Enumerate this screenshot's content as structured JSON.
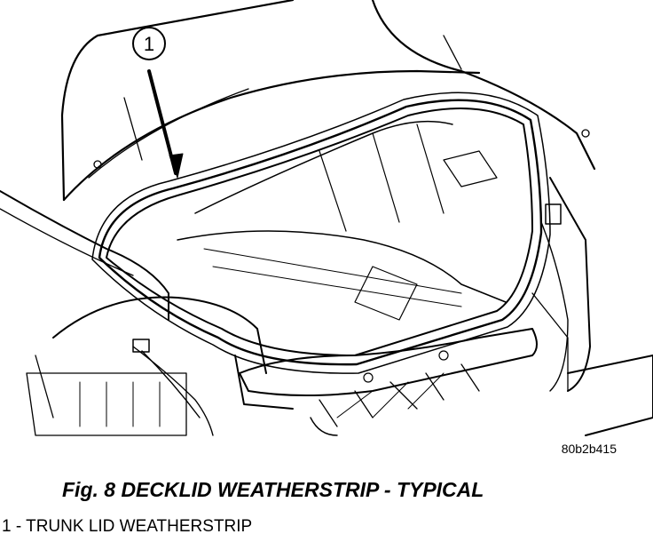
{
  "figure": {
    "callout_number": "1",
    "figure_id": "80b2b415"
  },
  "caption": "Fig. 8 DECKLID WEATHERSTRIP - TYPICAL",
  "legend": [
    {
      "text": "1 - TRUNK LID WEATHERSTRIP"
    }
  ]
}
